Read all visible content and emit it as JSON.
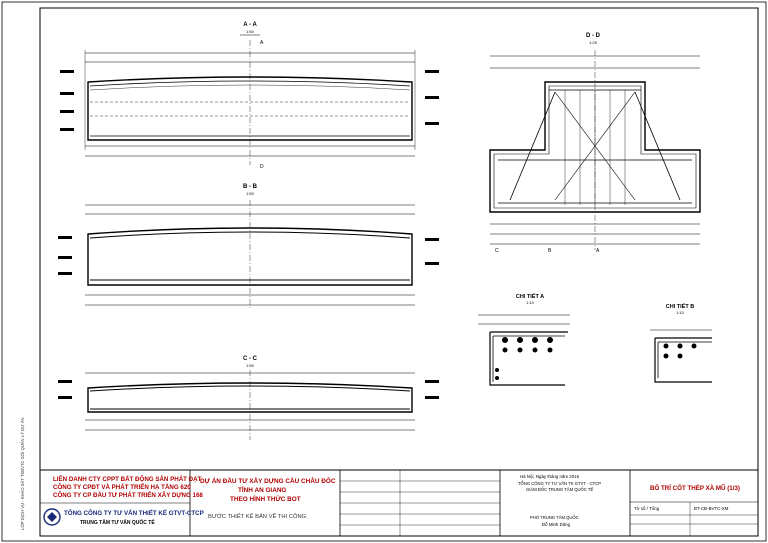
{
  "sections": {
    "aa": {
      "title": "A - A",
      "scale": "1:50"
    },
    "bb": {
      "title": "B - B",
      "scale": "1:50"
    },
    "cc": {
      "title": "C - C",
      "scale": "1:50"
    },
    "dd": {
      "title": "D - D",
      "scale": "1:25"
    },
    "detail_a": {
      "title": "CHI TIẾT A",
      "scale": "1:10"
    },
    "detail_b": {
      "title": "CHI TIẾT B",
      "scale": "1:10"
    }
  },
  "section_marks": [
    "A",
    "B",
    "C",
    "D"
  ],
  "titleblock": {
    "owner_line1": "LIÊN DANH CTY CPPT BẤT ĐỘNG SẢN PHÁT ĐẠT",
    "owner_line2": "CÔNG TY CPĐT VÀ PHÁT TRIỂN HẠ TẦNG 620",
    "owner_line3": "CÔNG TY CP ĐẦU TƯ PHÁT TRIỂN XÂY DỰNG 168",
    "consultant_name": "TỔNG CÔNG TY TƯ VẤN THIẾT KẾ GTVT-CTCP",
    "consultant_unit": "TRUNG TÂM TƯ VẤN QUỐC TẾ",
    "project_line1": "DỰ ÁN ĐẦU TƯ XÂY DỰNG CẦU CHÂU ĐỐC",
    "project_line2": "TỈNH AN GIANG",
    "project_line3": "THEO HÌNH THỨC BOT",
    "stage": "BƯỚC THIẾT KẾ BẢN VẼ THI CÔNG",
    "approval_city": "Hà Nội, Ngày     tháng     năm 2016",
    "approval_org1": "TỔNG CÔNG TY TƯ VẤN TK GTVT - CTCP",
    "approval_org2": "GIÁM ĐỐC TRUNG TÂM QUỐC TẾ",
    "approval_role": "PHÓ TRUNG TÂM QUỐC",
    "approval_name": "Đỗ Minh Dũng",
    "drawing_title": "BỐ TRÍ CỐT THÉP XÀ MŨ (1/3)",
    "sheet_label": "Tờ số / Tổng",
    "sheet_code": "BT-CĐ-BVTC-XM",
    "side_note": "LỚP DỊCH VỤ - KHẢO SÁT TKBVTC GÓI QUẢN LÝ DỰ ÁN"
  },
  "colors": {
    "red": "#b00000",
    "blue": "#1a2a7a"
  }
}
